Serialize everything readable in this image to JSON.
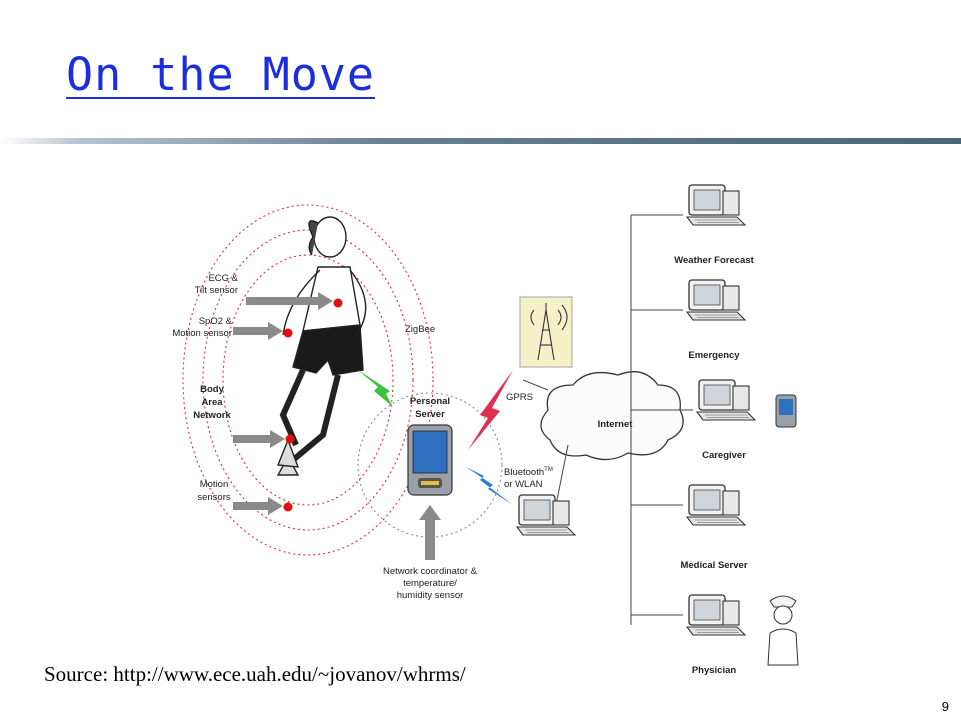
{
  "title": "On the Move",
  "source_text": "Source: http://www.ece.uah.edu/~jovanov/whrms/",
  "page_number": "9",
  "diagram": {
    "sensor_labels": {
      "ecg_line1": "ECG &",
      "ecg_line2": "Tilt sensor",
      "spo2_line1": "SpO2 &",
      "spo2_line2": "Motion sensor",
      "ban_line1": "Body",
      "ban_line2": "Area",
      "ban_line3": "Network",
      "motion_line1": "Motion",
      "motion_line2": "sensors"
    },
    "zigbee": "ZigBee",
    "personal_server_line1": "Personal",
    "personal_server_line2": "Server",
    "gprs": "GPRS",
    "bluetooth_line1": "Bluetooth",
    "bluetooth_tm": "TM",
    "bluetooth_line2": "or WLAN",
    "internet": "Internet",
    "coordinator_line1": "Network coordinator &",
    "coordinator_line2": "temperature/",
    "coordinator_line3": "humidity sensor",
    "endpoints": [
      "Weather Forecast",
      "Emergency",
      "Caregiver",
      "Medical Server",
      "Physician"
    ]
  }
}
